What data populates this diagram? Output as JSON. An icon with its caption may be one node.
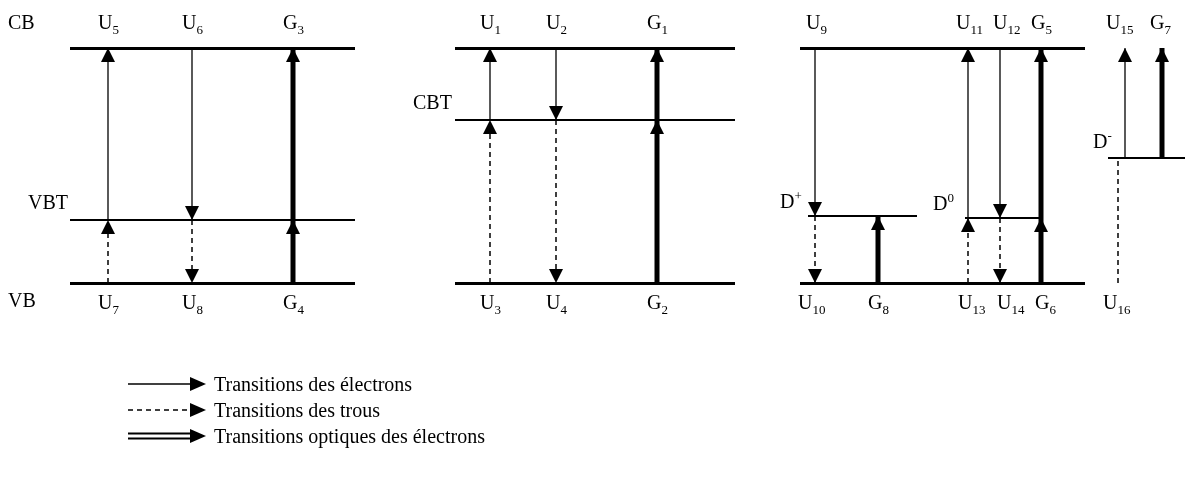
{
  "diagram": {
    "nodes": [
      {
        "text": [
          "CB"
        ]
      },
      {
        "text": [
          "VBT"
        ]
      },
      {
        "text": [
          "VB"
        ]
      },
      {
        "text": [],
        "shape": "bar"
      },
      {
        "text": [
          "CBT"
        ]
      },
      {
        "text": [],
        "shape": "bar"
      },
      {
        "text": [],
        "shape": "bar"
      },
      {
        "text": [
          "D$^{+}$"
        ]
      },
      {
        "text": [
          "D$^{0}$"
        ]
      },
      {
        "text": [
          "D$^{-}$"
        ]
      },
      {
        "text": [],
        "shape": "bar"
      }
    ],
    "edges": [
      {
        "from": 1,
        "to": 0,
        "arrow": "to",
        "label": "U$_{5}$"
      },
      {
        "from": 0,
        "to": 1,
        "arrow": "to",
        "label": "U$_{6}$"
      },
      {
        "from": 1,
        "to": 0,
        "arrow": "to",
        "label": "G$_{3}$",
        "style": "thick"
      },
      {
        "from": 2,
        "to": 1,
        "arrow": "to",
        "label": "U$_{7}$",
        "style": "dashed"
      },
      {
        "from": 1,
        "to": 2,
        "arrow": "to",
        "label": "U$_{8}$",
        "style": "dashed"
      },
      {
        "from": 2,
        "to": 1,
        "arrow": "to",
        "label": "G$_{4}$",
        "style": "thick"
      },
      {
        "from": 4,
        "to": 3,
        "arrow": "to",
        "label": "U$_{1}$"
      },
      {
        "from": 3,
        "to": 4,
        "arrow": "to",
        "label": "U$_{2}$"
      },
      {
        "from": 4,
        "to": 3,
        "arrow": "to",
        "label": "G$_{1}$",
        "style": "thick"
      },
      {
        "from": 5,
        "to": 4,
        "arrow": "to",
        "label": "U$_{3}$",
        "style": "dashed"
      },
      {
        "from": 4,
        "to": 5,
        "arrow": "to",
        "label": "U$_{4}$",
        "style": "dashed"
      },
      {
        "from": 5,
        "to": 4,
        "arrow": "to",
        "label": "G$_{2}$",
        "style": "thick"
      },
      {
        "from": 6,
        "to": 7,
        "arrow": "to",
        "label": "U$_{9}$"
      },
      {
        "from": 7,
        "to": 10,
        "arrow": "to",
        "label": "U$_{10}$",
        "style": "dashed"
      },
      {
        "from": 10,
        "to": 7,
        "arrow": "to",
        "label": "G$_{8}$",
        "style": "thick"
      },
      {
        "from": 8,
        "to": 6,
        "arrow": "to",
        "label": "U$_{11}$"
      },
      {
        "from": 6,
        "to": 8,
        "arrow": "to",
        "label": "U$_{12}$"
      },
      {
        "from": 8,
        "to": 6,
        "arrow": "to",
        "label": "G$_{5}$",
        "style": "thick"
      },
      {
        "from": 10,
        "to": 8,
        "arrow": "to",
        "label": "U$_{13}$",
        "style": "dashed"
      },
      {
        "from": 8,
        "to": 10,
        "arrow": "to",
        "label": "U$_{14}$",
        "style": "dashed"
      },
      {
        "from": 10,
        "to": 8,
        "arrow": "to",
        "label": "G$_{6}$",
        "style": "thick"
      },
      {
        "from": 9,
        "to": 6,
        "arrow": "to",
        "label": "U$_{15}$"
      },
      {
        "from": 9,
        "to": 6,
        "arrow": "to",
        "label": "G$_{7}$",
        "style": "thick"
      },
      {
        "from": 10,
        "to": 9,
        "arrow": "none",
        "label": "U$_{16}$",
        "style": "dashed"
      }
    ],
    "legend": [
      {
        "text": "Transitions des électrons"
      },
      {
        "text": "Transitions des trous"
      },
      {
        "text": "Transitions optiques des électrons"
      }
    ]
  }
}
